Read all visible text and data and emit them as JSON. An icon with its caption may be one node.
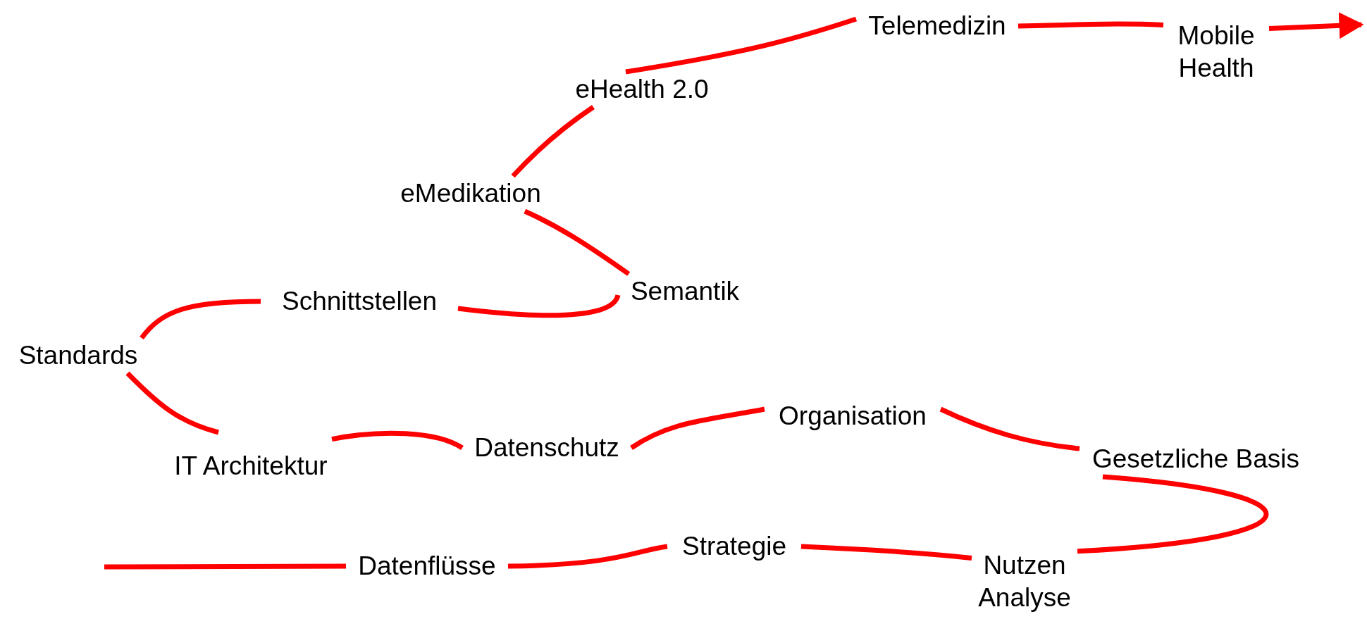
{
  "diagram": {
    "nodes": [
      {
        "text": [
          "Datenflüsse"
        ]
      },
      {
        "text": [
          "Strategie"
        ]
      },
      {
        "text": [
          "Nutzen Analyse"
        ]
      },
      {
        "text": [
          "Gesetzliche Basis"
        ]
      },
      {
        "text": [
          "Organisation"
        ]
      },
      {
        "text": [
          "Datenschutz"
        ]
      },
      {
        "text": [
          "IT Architektur"
        ]
      },
      {
        "text": [
          "Standards"
        ]
      },
      {
        "text": [
          "Schnittstellen"
        ]
      },
      {
        "text": [
          "Semantik"
        ]
      },
      {
        "text": [
          "eMedikation"
        ]
      },
      {
        "text": [
          "eHealth 2.0"
        ]
      },
      {
        "text": [
          "Telemedizin"
        ]
      },
      {
        "text": [
          "Mobile Health"
        ]
      }
    ],
    "edges": [
      {
        "from": null,
        "to": 0,
        "arrow": "none"
      },
      {
        "from": 0,
        "to": 1,
        "arrow": "none"
      },
      {
        "from": 1,
        "to": 2,
        "arrow": "none"
      },
      {
        "from": 2,
        "to": 3,
        "arrow": "none"
      },
      {
        "from": 3,
        "to": 4,
        "arrow": "none"
      },
      {
        "from": 4,
        "to": 5,
        "arrow": "none"
      },
      {
        "from": 5,
        "to": 6,
        "arrow": "none"
      },
      {
        "from": 6,
        "to": 7,
        "arrow": "none"
      },
      {
        "from": 7,
        "to": 8,
        "arrow": "none"
      },
      {
        "from": 8,
        "to": 9,
        "arrow": "none"
      },
      {
        "from": 9,
        "to": 10,
        "arrow": "none"
      },
      {
        "from": 10,
        "to": 11,
        "arrow": "none"
      },
      {
        "from": 11,
        "to": 12,
        "arrow": "none"
      },
      {
        "from": 12,
        "to": 13,
        "arrow": "none"
      },
      {
        "from": 13,
        "to": null,
        "arrow": "to"
      }
    ]
  }
}
